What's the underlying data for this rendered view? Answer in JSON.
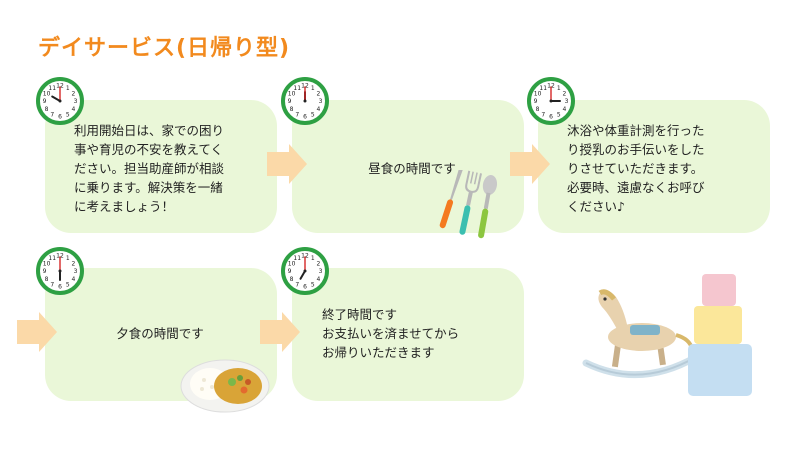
{
  "title": "デイサービス(日帰り型)",
  "steps": [
    {
      "clock_time": "10:00",
      "lines": [
        "利用開始日は、家での困り",
        "事や育児の不安を教えてく",
        "ださい。担当助産師が相談",
        "に乗ります。解決策を一緒",
        "に考えましょう！"
      ]
    },
    {
      "clock_time": "12:00",
      "lines": [
        "昼食の時間です"
      ]
    },
    {
      "clock_time": "15:00",
      "lines": [
        "沐浴や体重計測を行った",
        "り授乳のお手伝いをした",
        "りさせていただきます。",
        "必要時、遠慮なくお呼び",
        "ください♪"
      ]
    },
    {
      "clock_time": "18:00",
      "lines": [
        "夕食の時間です"
      ]
    },
    {
      "clock_time": "19:00",
      "lines": [
        "終了時間です",
        "お支払いを済ませてから",
        "お帰りいただきます"
      ]
    }
  ],
  "colors": {
    "title": "#f28a1e",
    "box": "#eaf7d8",
    "clock_ring": "#2ea043",
    "arrow": "#fbd9a8"
  },
  "icons": [
    "clock-icon",
    "arrow-right-icon",
    "cutlery-icon",
    "curry-rice-icon",
    "rocking-horse-icon",
    "toy-blocks-icon"
  ]
}
